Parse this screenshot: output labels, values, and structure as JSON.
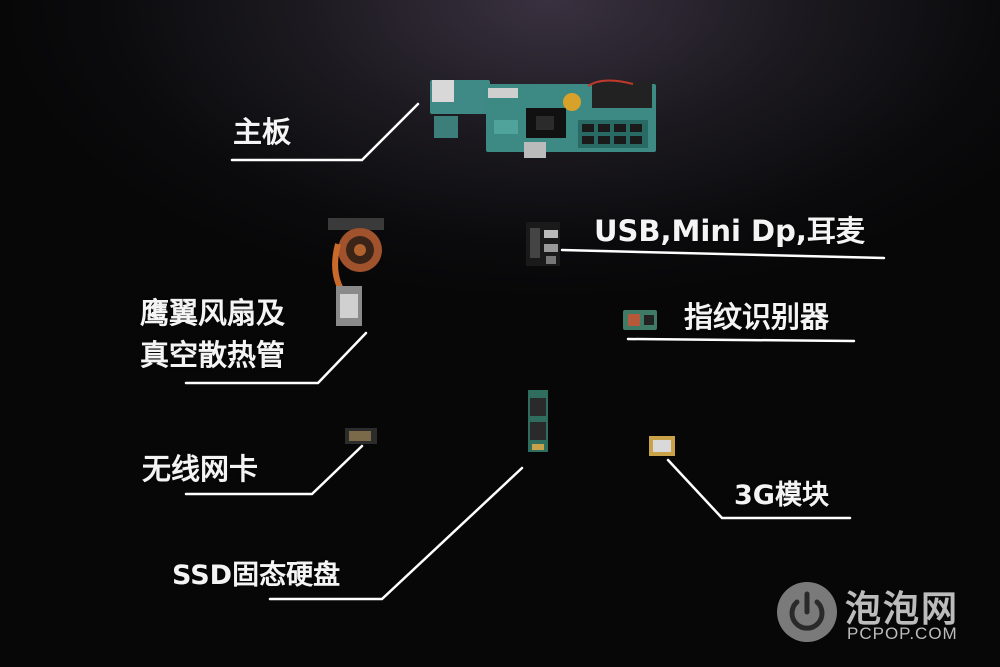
{
  "labels": {
    "motherboard": "主板",
    "ports": "USB,Mini Dp,耳麦",
    "fan_line1": "鹰翼风扇及",
    "fan_line2": "真空散热管",
    "fingerprint": "指纹识别器",
    "wifi": "无线网卡",
    "module_3g": "3G模块",
    "ssd": "SSD固态硬盘"
  },
  "watermark": {
    "name_cn": "泡泡网",
    "site": "PCPOP.COM",
    "logo_icon": "power-icon"
  }
}
